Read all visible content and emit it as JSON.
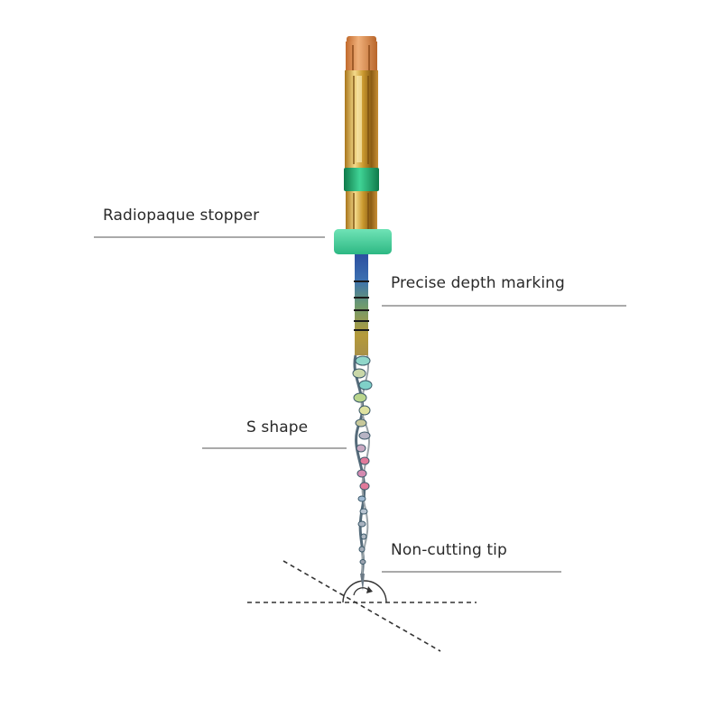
{
  "diagram": {
    "callouts": {
      "stopper": "Radiopaque stopper",
      "depth_marking": "Precise depth marking",
      "s_shape": "S shape",
      "tip": "Non-cutting tip"
    }
  },
  "colors": {
    "handle_gold": "#c9982e",
    "handle_highlight": "#f3d98a",
    "handle_copper": "#d88a4a",
    "ring_green": "#1fa86a",
    "stopper_green": "#3ecf9a",
    "shaft_blue": "#2c4fa0",
    "shaft_gold": "#b59a3a",
    "flute_teal": "#7fd0c8",
    "flute_pink": "#e07a9a",
    "leader_line": "#555555",
    "text": "#2a2a2a"
  }
}
